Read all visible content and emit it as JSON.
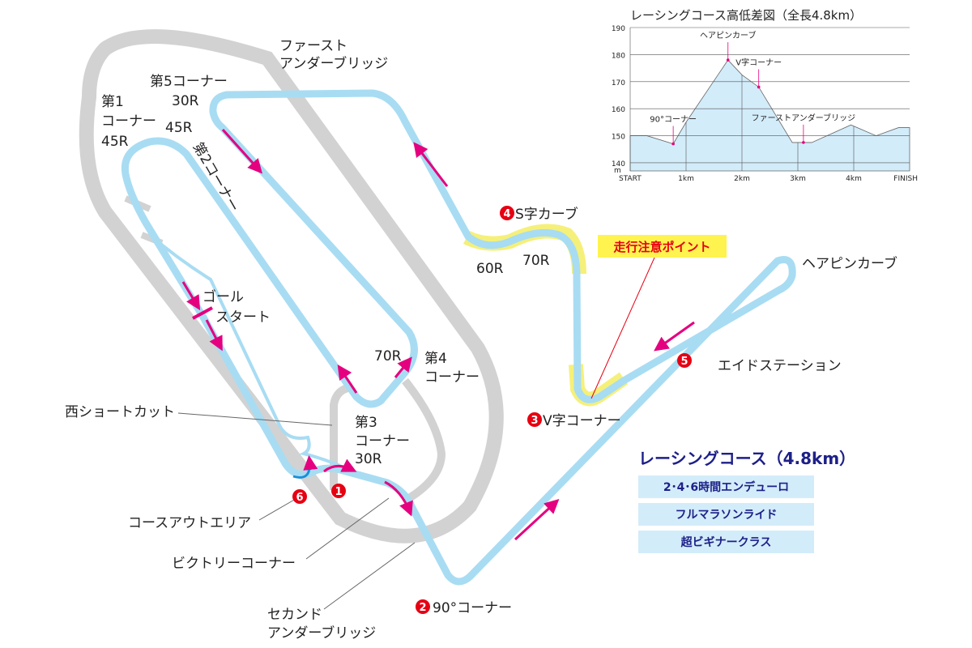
{
  "colors": {
    "track_gray": "#d2d2d2",
    "course_blue": "#a8dcf3",
    "arrow": "#e4007f",
    "caution_yellow": "#f5f07a",
    "marker_red": "#e60012",
    "navy": "#1d2088"
  },
  "labels": {
    "first_under_bridge_1": "ファースト",
    "first_under_bridge_2": "アンダーブリッジ",
    "corner5": "第5コーナー",
    "corner5_r": "30R",
    "corner1_1": "第1",
    "corner1_2": "コーナー",
    "corner1_r": "45R",
    "corner2_r": "45R",
    "corner2": "第2コーナー",
    "goal": "ゴール",
    "start": "スタート",
    "corner4_r": "70R",
    "corner4_1": "第4",
    "corner4_2": "コーナー",
    "west_shortcut": "西ショートカット",
    "corner3_1": "第3",
    "corner3_2": "コーナー",
    "corner3_r": "30R",
    "course_out": "コースアウトエリア",
    "victory": "ビクトリーコーナー",
    "second_bridge_1": "セカンド",
    "second_bridge_2": "アンダーブリッジ",
    "s_curve": "S字カーブ",
    "s_curve_r1": "60R",
    "s_curve_r2": "70R",
    "hairpin": "ヘアピンカーブ",
    "aid_station": "エイドステーション",
    "v_corner": "V字コーナー",
    "corner90": "90°コーナー"
  },
  "markers": [
    "1",
    "2",
    "3",
    "4",
    "5",
    "6"
  ],
  "caution_label": "走行注意ポイント",
  "legend": {
    "title": "レーシングコース（4.8km）",
    "items": [
      "2･4･6時間エンデューロ",
      "フルマラソンライド",
      "超ビギナークラス"
    ]
  },
  "chart_data": {
    "type": "area",
    "title": "レーシングコース高低差図（全長4.8km）",
    "ylabel": "m",
    "ylim": [
      137,
      190
    ],
    "yticks": [
      140,
      150,
      160,
      170,
      180,
      190
    ],
    "xlim": [
      0,
      5
    ],
    "xticks": [
      {
        "v": 0,
        "label": "START"
      },
      {
        "v": 1,
        "label": "1km"
      },
      {
        "v": 2,
        "label": "2km"
      },
      {
        "v": 3,
        "label": "3km"
      },
      {
        "v": 4,
        "label": "4km"
      },
      {
        "v": 5,
        "label": "FINISH"
      }
    ],
    "profile": [
      [
        0,
        150
      ],
      [
        0.3,
        150
      ],
      [
        0.77,
        147
      ],
      [
        1,
        155
      ],
      [
        1.75,
        178
      ],
      [
        2,
        172.5
      ],
      [
        2.3,
        168
      ],
      [
        2.9,
        147.5
      ],
      [
        3.25,
        147.5
      ],
      [
        3.95,
        154
      ],
      [
        4.4,
        150
      ],
      [
        4.8,
        153
      ],
      [
        5,
        153
      ]
    ],
    "annotations": [
      {
        "x": 0.77,
        "y": 147,
        "label": "90°コーナー"
      },
      {
        "x": 1.75,
        "y": 178,
        "label": "ヘアピンカーブ"
      },
      {
        "x": 2.3,
        "y": 168,
        "label": "V字コーナー"
      },
      {
        "x": 3.1,
        "y": 147.5,
        "label": "ファーストアンダーブリッジ"
      }
    ]
  }
}
